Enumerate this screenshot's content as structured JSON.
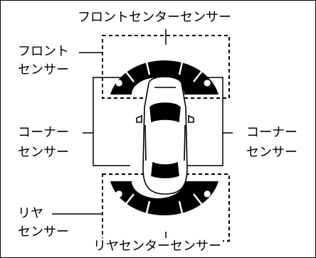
{
  "labels": {
    "front_center": "フロントセンターセンサー",
    "front_sensor_line1": "フロント",
    "front_sensor_line2": "センサー",
    "corner_left_line1": "コーナー",
    "corner_left_line2": "センサー",
    "corner_right_line1": "コーナー",
    "corner_right_line2": "センサー",
    "rear_sensor_line1": "リヤ",
    "rear_sensor_line2": "センサー",
    "rear_center": "リヤセンターセンサー"
  },
  "colors": {
    "sensor_zone": "#000000",
    "line": "#000000",
    "car_body": "#ffffff",
    "car_glass": "#000000",
    "background": "#ffffff"
  }
}
